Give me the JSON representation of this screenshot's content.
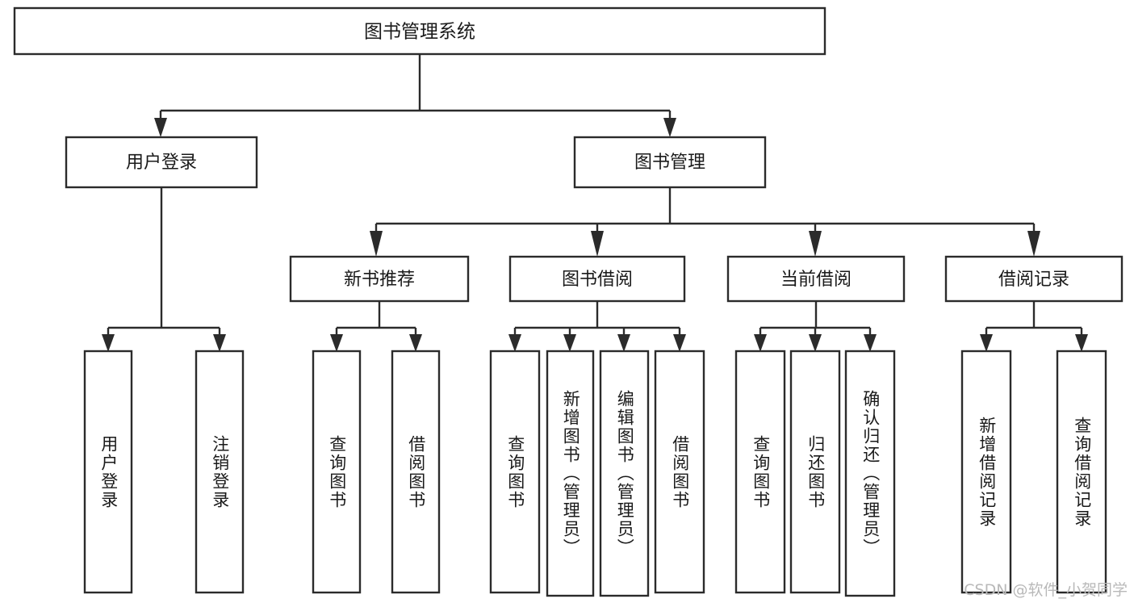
{
  "diagram": {
    "title": "图书管理系统",
    "type": "tree-hierarchy",
    "watermark": "CSDN @软件_小贺同学",
    "colors": {
      "stroke": "#2b2b2b",
      "box_fill": "#ffffff",
      "text": "#1a1a1a",
      "watermark": "#b9b9b9",
      "background": "#ffffff"
    },
    "levels": {
      "root": {
        "label": "图书管理系统"
      },
      "level2": [
        {
          "label": "用户登录"
        },
        {
          "label": "图书管理"
        }
      ],
      "level3": [
        {
          "label": "新书推荐"
        },
        {
          "label": "图书借阅"
        },
        {
          "label": "当前借阅"
        },
        {
          "label": "借阅记录"
        }
      ],
      "leaves": {
        "user_login": [
          {
            "label": "用户登录"
          },
          {
            "label": "注销登录"
          }
        ],
        "new_book_recommend": [
          {
            "label": "查询图书"
          },
          {
            "label": "借阅图书"
          }
        ],
        "book_borrow": [
          {
            "label": "查询图书"
          },
          {
            "label": "新增图书（管理员）"
          },
          {
            "label": "编辑图书（管理员）"
          },
          {
            "label": "借阅图书"
          }
        ],
        "current_borrow": [
          {
            "label": "查询图书"
          },
          {
            "label": "归还图书"
          },
          {
            "label": "确认归还（管理员）"
          }
        ],
        "borrow_record": [
          {
            "label": "新增借阅记录"
          },
          {
            "label": "查询借阅记录"
          }
        ]
      }
    }
  }
}
